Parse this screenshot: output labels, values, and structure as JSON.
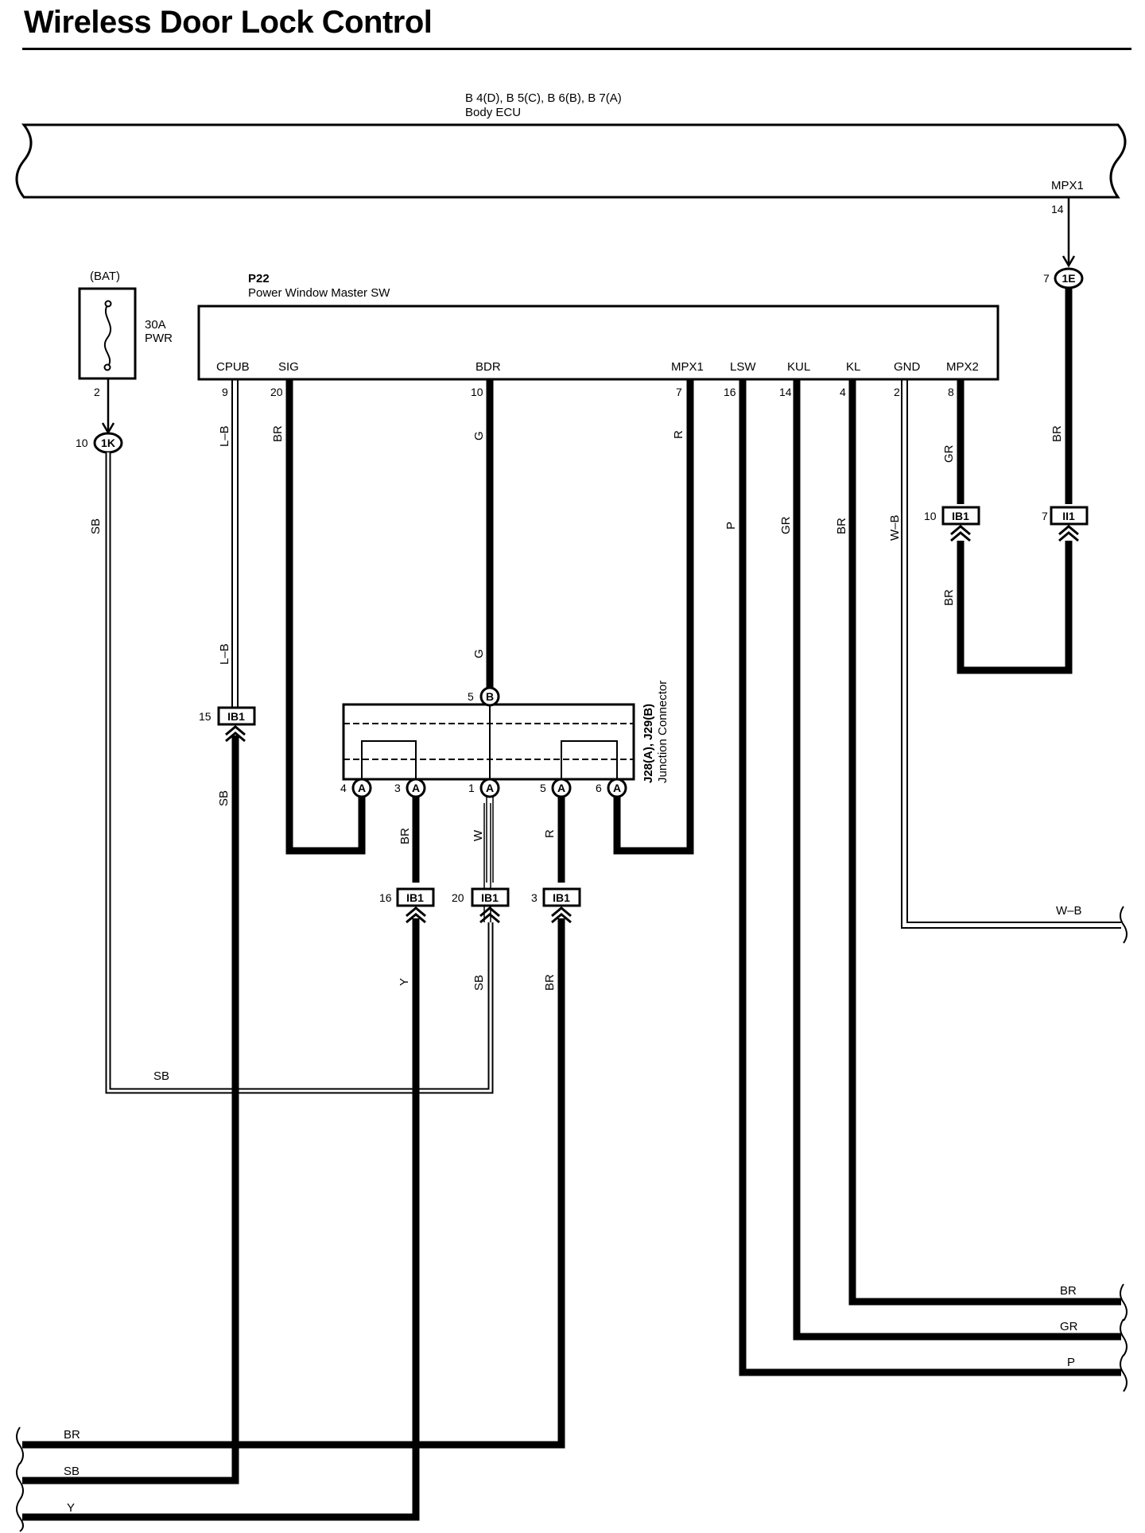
{
  "title": "Wireless Door Lock Control",
  "body_ecu": {
    "code": "B 4(D), B 5(C), B 6(B), B 7(A)",
    "name": "Body ECU",
    "terminal": "MPX1",
    "pin": "14"
  },
  "connector_1e": {
    "code": "1E",
    "pin": "7"
  },
  "bat": {
    "label": "(BAT)",
    "fuse_amp": "30A",
    "fuse_name": "PWR",
    "pin": "2"
  },
  "connector_1k": {
    "code": "1K",
    "pin": "10"
  },
  "p22": {
    "code": "P22",
    "name": "Power Window Master SW",
    "terminals": [
      {
        "name": "CPUB",
        "pin": "9"
      },
      {
        "name": "SIG",
        "pin": "20"
      },
      {
        "name": "BDR",
        "pin": "10"
      },
      {
        "name": "MPX1",
        "pin": "7"
      },
      {
        "name": "LSW",
        "pin": "16"
      },
      {
        "name": "KUL",
        "pin": "14"
      },
      {
        "name": "KL",
        "pin": "4"
      },
      {
        "name": "GND",
        "pin": "2"
      },
      {
        "name": "MPX2",
        "pin": "8"
      }
    ]
  },
  "junction": {
    "code": "J28(A), J29(B)",
    "name": "Junction Connector",
    "top_pin": {
      "pin": "5",
      "code": "B"
    },
    "bottom_pins": [
      {
        "pin": "4",
        "code": "A"
      },
      {
        "pin": "3",
        "code": "A"
      },
      {
        "pin": "1",
        "code": "A"
      },
      {
        "pin": "5",
        "code": "A"
      },
      {
        "pin": "6",
        "code": "A"
      }
    ]
  },
  "inline_connectors": [
    {
      "code": "IB1",
      "pin": "15"
    },
    {
      "code": "IB1",
      "pin": "16"
    },
    {
      "code": "IB1",
      "pin": "20"
    },
    {
      "code": "IB1",
      "pin": "3"
    },
    {
      "code": "IB1",
      "pin": "10"
    },
    {
      "code": "II1",
      "pin": "7"
    }
  ],
  "wire_colors": {
    "sb_1k": "SB",
    "lb_upper": "L–B",
    "lb_lower": "L–B",
    "br_sig": "BR",
    "g_upper": "G",
    "g_lower": "G",
    "r_mpx1": "R",
    "p_lsw": "P",
    "gr_kul": "GR",
    "br_kl": "BR",
    "wb_gnd": "W–B",
    "gr_mpx2": "GR",
    "br_ii1": "BR",
    "br_ib1_10": "BR",
    "sb_ib1_15": "SB",
    "br_j3": "BR",
    "w_j1": "W",
    "r_j5": "R",
    "y_ib1_16": "Y",
    "sb_ib1_20": "SB",
    "br_ib1_3": "BR",
    "sb_horizontal": "SB",
    "wb_right": "W–B",
    "br_right": "BR",
    "gr_right": "GR",
    "p_right": "P",
    "br_left": "BR",
    "sb_left": "SB",
    "y_left": "Y"
  }
}
